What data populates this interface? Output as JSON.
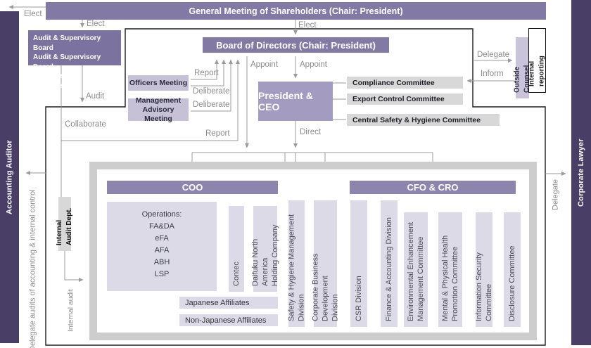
{
  "top": {
    "general_meeting": "General Meeting of Shareholders (Chair: President)",
    "elect_left": "Elect",
    "elect_mid": "Elect",
    "elect_board": "Elect"
  },
  "sidebars": {
    "accounting_auditor": "Accounting Auditor",
    "corporate_lawyer": "Corporate Lawyer"
  },
  "governance": {
    "audit_supervisory_board": "Audit & Supervisory Board\nAudit & Supervisory Board\nMembers (full-time/outside)",
    "board_of_directors": "Board of Directors (Chair: President)",
    "officers_meeting": "Officers Meeting",
    "management_advisory_meeting": "Management\nAdvisory Meeting",
    "president_ceo": "President & CEO",
    "compliance_committee": "Compliance Committee",
    "export_control_committee": "Export Control Committee",
    "central_safety_hygiene_committee": "Central Safety & Hygiene Committee",
    "outside_counsel": "Outside Counsel",
    "internal_reporting": "Internal reporting",
    "internal_audit_dept": "Internal Audit Dept."
  },
  "flow_labels": {
    "appoint_board": "Appoint",
    "appoint_president": "Appoint",
    "report_officers": "Report",
    "deliberate_officers": "Deliberate",
    "deliberate_management": "Deliberate",
    "report_audit_board": "Report",
    "collaborate": "Collaborate",
    "audit": "Audit",
    "direct": "Direct",
    "delegate_outside_counsel": "Delegate",
    "inform": "Inform",
    "delegate_corporate_lawyer": "Delegate",
    "internal_audit": "Internal audit",
    "delegate_audits": "Delegate audits of accounting & internal control"
  },
  "operations_group": {
    "coo": "COO",
    "cfo_cro": "CFO & CRO",
    "operations": "Operations:\nFA&DA\neFA\nAFA\nABH\nLSP",
    "contec": "Contec",
    "daifuku_north_america": "Daifuku North America\nHolding Company",
    "safety_hygiene_division": "Safety & Hygiene Management Division",
    "corporate_business_development": "Corporate Business Development\nDivision",
    "japanese_affiliates": "Japanese Affiliates",
    "non_japanese_affiliates": "Non-Japanese Affiliates",
    "csr_division": "CSR Division",
    "finance_accounting_division": "Finance & Accounting Division",
    "environmental_committee": "Environmental Enhancement\nManagement Committee",
    "mental_health_committee": "Mental & Physical Health\nPromotion Committee",
    "information_security_committee": "Information Security Committee",
    "disclosure_committee": "Disclosure Committee"
  },
  "colors": {
    "sidebar_purple": "#493e66",
    "bar_purple": "#827aa5",
    "supervisory_purple": "#7b729f",
    "president_purple": "#a39cc0",
    "light_purple": "#c6c1d6",
    "lavender": "#dcdae7",
    "gray_box": "#d8d8d8",
    "frame_gray": "#cdcdcd",
    "line_gray": "#9b9b9b"
  }
}
